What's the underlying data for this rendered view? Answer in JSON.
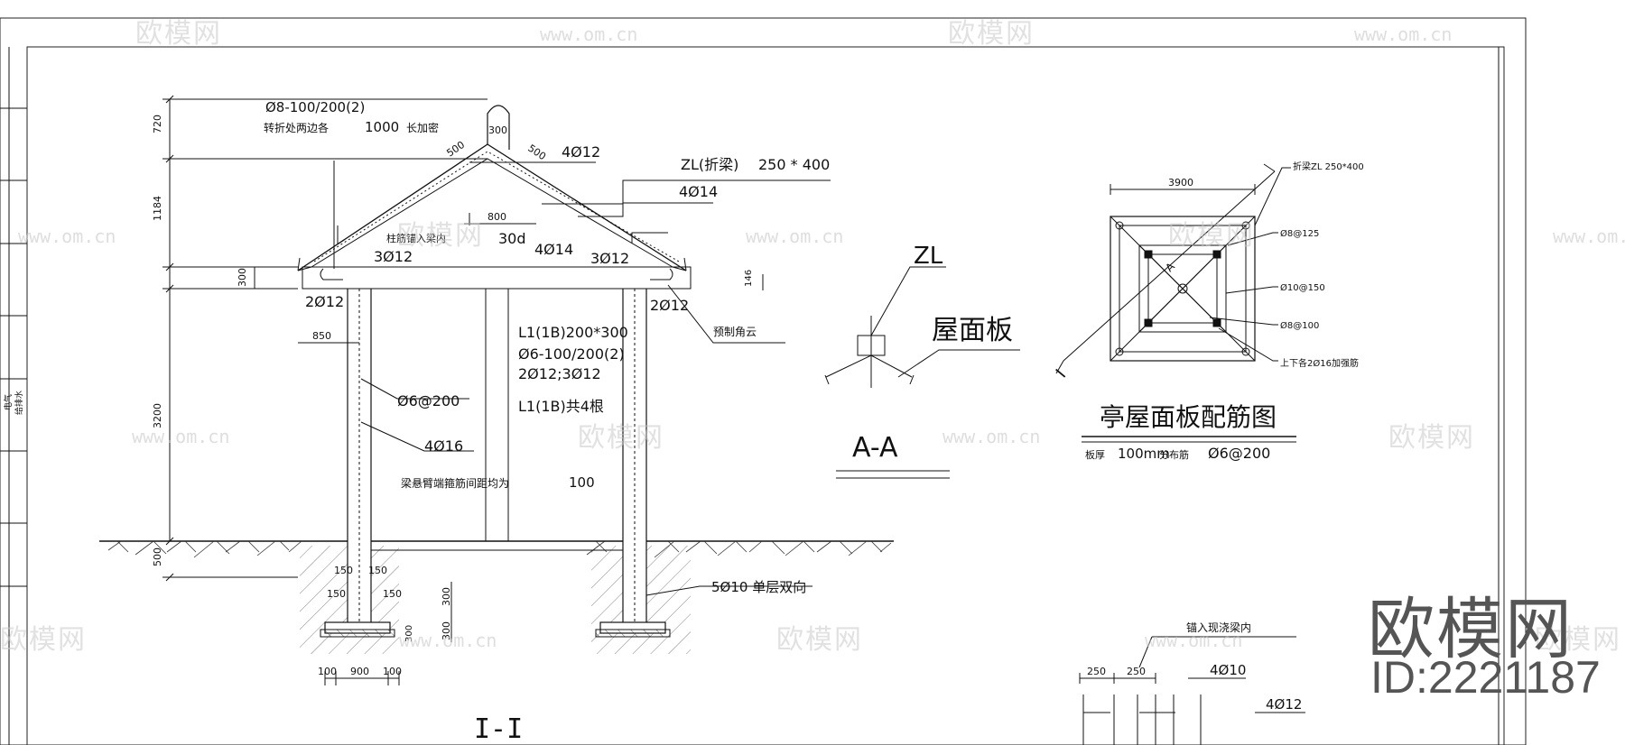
{
  "watermark": {
    "brand": "欧模网",
    "url": "www.om.cn"
  },
  "section_main": {
    "title": "I-I",
    "stirrup_top": "Ø8-100/200(2)",
    "stirrup_note": "转折处两边各",
    "stirrup_note_len": "1000",
    "stirrup_note_suffix": "长加密",
    "ridge_width": "300",
    "slope_500_left": "500",
    "slope_500_right": "500",
    "rebar_4d12": "4Ø12",
    "zl_label": "ZL(折梁)",
    "zl_size": "250 * 400",
    "rebar_4d14_top": "4Ø14",
    "len_800": "800",
    "anchor_note": "柱筋锚入梁内",
    "anchor_len": "30d",
    "rebar_3d12_left": "3Ø12",
    "rebar_4d14_mid": "4Ø14",
    "rebar_3d12_right": "3Ø12",
    "rebar_2d12_left": "2Ø12",
    "rebar_2d12_right": "2Ø12",
    "eave_850": "850",
    "eave_146": "146",
    "prefab_note": "预制角云",
    "beam_l1": "L1(1B)200*300",
    "beam_stirrup": "Ø6-100/200(2)",
    "beam_bars": "2Ø12;3Ø12",
    "beam_count": "L1(1B)共4根",
    "col_tie": "Ø6@200",
    "col_bars": "4Ø16",
    "cant_note": "梁悬臂端箍筋间距均为",
    "cant_val": "100",
    "foot_bars": "5Ø10 单层双向",
    "dim_720": "720",
    "dim_1184": "1184",
    "dim_300": "300",
    "dim_3200": "3200",
    "dim_500": "500",
    "d150a": "150",
    "d150b": "150",
    "d150c": "150",
    "d150d": "150",
    "d300a": "300",
    "d300b": "300",
    "d300c": "300",
    "d100a": "100",
    "d900": "900",
    "d100b": "100"
  },
  "section_aa": {
    "zl": "ZL",
    "panel": "屋面板",
    "title": "A-A"
  },
  "plan": {
    "title": "亭屋面板配筋图",
    "dim_3900": "3900",
    "note_zl": "折梁ZL 250*400",
    "note_8125": "Ø8@125",
    "note_10150": "Ø10@150",
    "note_8100": "Ø8@100",
    "note_16": "上下各2Ø16加强筋",
    "cut_label": "I",
    "cut_a": "A",
    "slab_prefix": "板厚",
    "slab_thk": "100mm",
    "slab_dist": "分布筋",
    "slab_bar": "Ø6@200"
  },
  "detail": {
    "anchor": "锚入现浇梁内",
    "d250a": "250",
    "d250b": "250",
    "bar_4d10": "4Ø10",
    "bar_4d12": "4Ø12"
  },
  "titleblock": {
    "rows": [
      "电气",
      "给排水"
    ]
  },
  "brand_block": {
    "name": "欧模网",
    "id": "ID:2221187"
  }
}
